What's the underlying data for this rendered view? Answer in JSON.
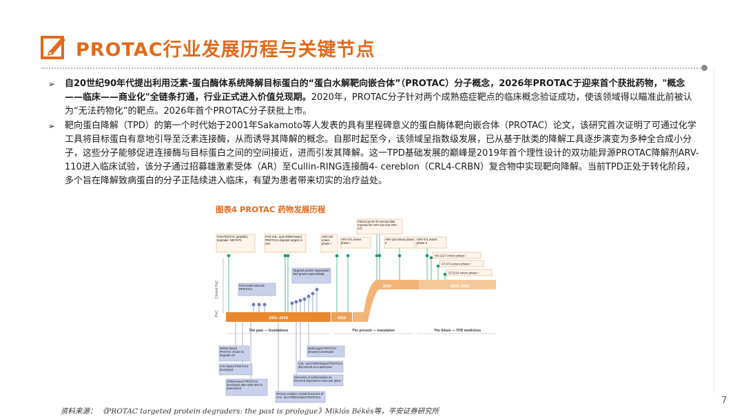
{
  "header": {
    "title": "PROTAC行业发展历程与关键节点"
  },
  "bullets": [
    {
      "bold": "自20世纪90年代提出利用泛素-蛋白酶体系统降解目标蛋白的“蛋白水解靶向嵌合体”（PROTAC）分子概念，2026年PROTAC于迎来首个获批药物，\"概念——临床——商业化\"全链条打通，行业正式进入价值兑现期。",
      "text": "2020年，PROTAC分子针对两个成熟癌症靶点的临床概念验证成功，使该领域得以瞄准此前被认为“无法药物化”的靶点。2026年首个PROTAC分子获批上市。"
    },
    {
      "bold": "",
      "text": "靶向蛋白降解（TPD）的第一个时代始于2001年Sakamoto等人发表的具有里程碑意义的蛋白酶体靶向嵌合体（PROTAC）论文，该研究首次证明了可通过化学工具将目标蛋白有意地引导至泛素连接酶，从而诱导其降解的概念。自那时起至今，该领域呈指数级发展，已从基于肽类的降解工具逐步演变为多种全合成小分子，这些分子能够促进连接酶与目标蛋白之间的空间接近，进而引发其降解。这一TPD基础发展的巅峰是2019年首个理性设计的双功能异源PROTAC降解剂ARV-110进入临床试验，该分子通过招募雄激素受体（AR）至Cullin-RING连接酶4- cereblon（CRL4-CRBN）复合物中实现靶向降解。当前TPD正处于转化阶段，多个旨在降解致病蛋白的分子正陆续进入临床，有望为患者带来切实的治疗益处。"
    }
  ],
  "figure": {
    "caption": "图表4 PROTAC 药物发展历程",
    "y_axis": {
      "clinical": "Clinical PoC",
      "poc": "PoC"
    },
    "periods": [
      "2001–2018",
      "2019",
      "2020",
      "2021–2041"
    ],
    "eras": [
      "The past — foundations",
      "The present — translation",
      "The future — TPD medicines"
    ],
    "top_boxes": {
      "first_protac": "First PROTAC (peptidic) degrader: METAP2",
      "first_vhl": "First VHL- and CRBN-based PROTACs degrade targets in vivo",
      "targeted": "Targeted protein degradation field grows exponentially",
      "first_small": "First small-molecule PROTACs",
      "arv110_enters": "ARV-110 enters phase I",
      "arv471_enters": "ARV-471 enters phase I",
      "clinical_poc": "Clinical proof-of-concept data reported for ARV-110 and ARV-471",
      "arv110_p2": "ARV-110 enters phase II",
      "arv471_p2": "ARV-471 enters phase II",
      "nx2127": "NX-2127 enters phase I",
      "kt474": "KT-474 enters phase I",
      "dt2216": "DT2216 enters phase I"
    },
    "bottom_boxes": {
      "mdm2": "MDM2-based PROTAC shown to degrade AR",
      "vhl_based": "VHL-based PROTACs developed",
      "crbn_based": "CRBN-based PROTACs developed after IMiD MoA is determined",
      "ternary": "Ternary complex crystal structures of VHL- and CRBN-based PROTACs",
      "sulfonamides": "Discovery of sulfonamides as DCAF15-dependent molecular glues",
      "vhl_crbn_rapid": "VHL- and CRBN-based PROTACs discovered at a rapid pace",
      "multi_target": "Multi-target PROTACs (kinases) developed"
    }
  },
  "footer": {
    "source": "资料来源：  《PROTAC targeted protein degraders: the past is prologue》Miklós Békés等，平安证券研究所",
    "page": "7"
  },
  "colors": {
    "accent": "#e06a1c",
    "timeline_orange": "#f0a04b",
    "green_dot": "#1d9b6c",
    "blue_dot": "#6e7fb8",
    "box_blue": "#c9d1ea"
  }
}
